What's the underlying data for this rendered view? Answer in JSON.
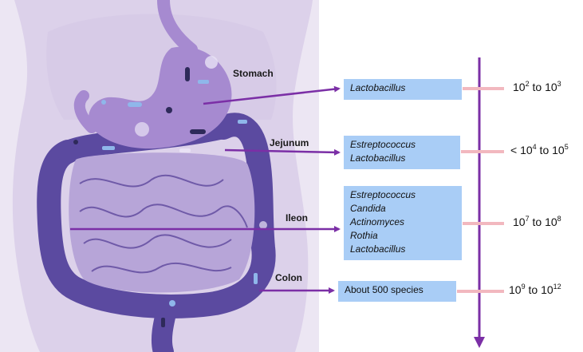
{
  "organs": [
    {
      "id": "stomach",
      "label": "Stomach"
    },
    {
      "id": "jejunum",
      "label": "Jejunum"
    },
    {
      "id": "ileon",
      "label": "Ileon"
    },
    {
      "id": "colon",
      "label": "Colon"
    }
  ],
  "microbiota": {
    "stomach": [
      "Lactobacillus"
    ],
    "jejunum": [
      "Estreptococcus",
      "Lactobacillus"
    ],
    "ileon": [
      "Estreptococcus",
      "Candida",
      "Actinomyces",
      "Rothia",
      "Lactobacillus"
    ],
    "colon": [
      "About 500 species"
    ]
  },
  "counts": {
    "stomach": {
      "prefix": "",
      "base1": "10",
      "exp1": "2",
      "sep": " to ",
      "base2": "10",
      "exp2": "3"
    },
    "jejunum": {
      "prefix": "< ",
      "base1": "10",
      "exp1": "4",
      "sep": " to ",
      "base2": "10",
      "exp2": "5"
    },
    "ileon": {
      "prefix": "",
      "base1": "10",
      "exp1": "7",
      "sep": " to ",
      "base2": "10",
      "exp2": "8"
    },
    "colon": {
      "prefix": "",
      "base1": "10",
      "exp1": "9",
      "sep": " to ",
      "base2": "10",
      "exp2": "12"
    }
  },
  "colors": {
    "arrow": "#7b2fa6",
    "box": "#a9cdf6",
    "tick": "#f2b8bf",
    "body_light": "#e4dcee",
    "body_mid": "#d3c6e6",
    "intestine_small": "#b7a5d8",
    "colon": "#5b4aa0",
    "stomach": "#a68ad0"
  }
}
